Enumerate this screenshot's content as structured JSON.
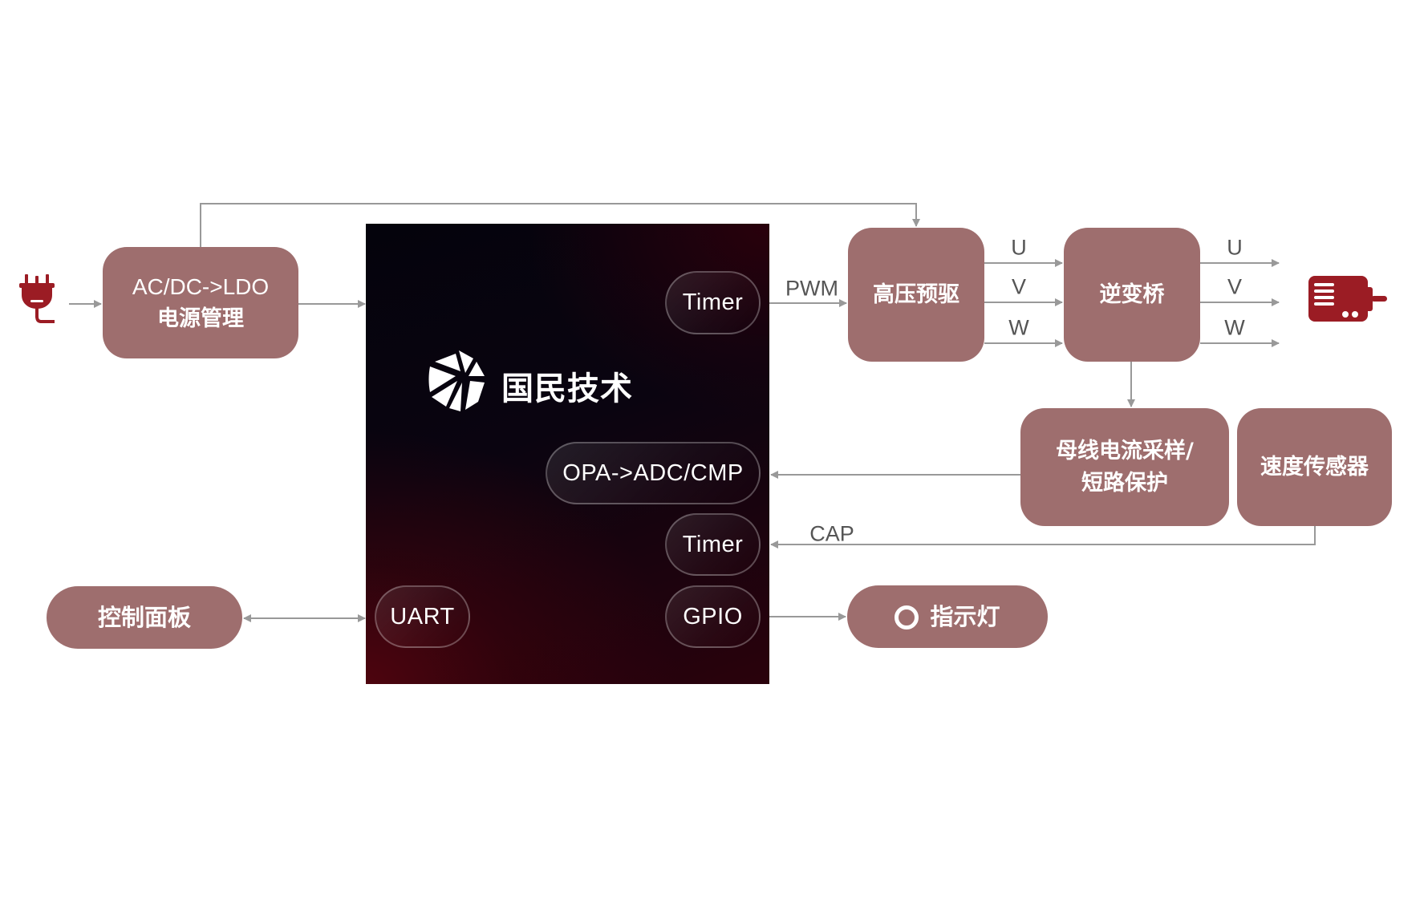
{
  "diagram": {
    "power_input": {
      "icon": "power-plug-icon",
      "color": "#9b1c24"
    },
    "power_management": {
      "line1": "AC/DC->LDO",
      "line2": "电源管理"
    },
    "mcu": {
      "brand": "国民技术",
      "logo_icon": "nations-logo-icon",
      "peripherals": {
        "timer_pwm": "Timer",
        "opa": "OPA->ADC/CMP",
        "timer_cap": "Timer",
        "gpio": "GPIO",
        "uart": "UART"
      }
    },
    "gate_driver": "高压预驱",
    "inverter": "逆变桥",
    "current_sense": {
      "line1": "母线电流采样/",
      "line2": "短路保护"
    },
    "speed_sensor": "速度传感器",
    "control_panel": "控制面板",
    "indicator": {
      "label": "指示灯",
      "icon": "ring-light-icon"
    },
    "motor": {
      "icon": "motor-icon",
      "color": "#9b1c24"
    },
    "signals": {
      "pwm": "PWM",
      "cap": "CAP",
      "phases_in": [
        "U",
        "V",
        "W"
      ],
      "phases_out": [
        "U",
        "V",
        "W"
      ]
    },
    "colors": {
      "block": "#9e6e6e",
      "connector": "#999999",
      "label": "#555555",
      "accent": "#9b1c24"
    }
  }
}
